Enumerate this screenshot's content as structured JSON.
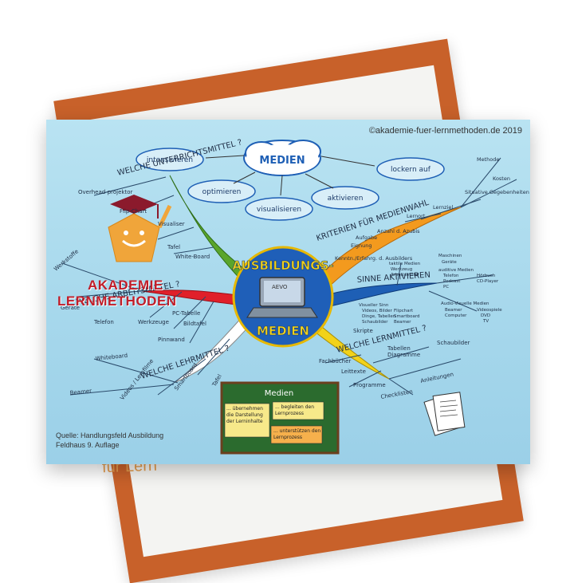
{
  "copyright": "©akademie-fuer-lernmethoden.de 2019",
  "source_lines": [
    "Quelle: Handlungsfeld Ausbildung",
    "Feldhaus 9. Auflage"
  ],
  "back_card_text": "für Lern",
  "logo": {
    "line1": "AKADEMIE",
    "line2": "LERNMETHODEN"
  },
  "center": {
    "line1": "AUSBILDUNGS-",
    "line2": "MEDIEN",
    "laptop_label": "AEVO"
  },
  "cloud": {
    "title": "MEDIEN"
  },
  "top_bubbles": [
    "intensivieren",
    "optimieren",
    "visualisieren",
    "aktivieren",
    "lockern auf"
  ],
  "branches": {
    "unterricht": {
      "label": "WELCHE UNTERRICHTSMITTEL ?",
      "items": [
        "Overhead-projektor",
        "Flip-Chart",
        "Visualiser",
        "Tafel",
        "White-Board"
      ]
    },
    "arbeit": {
      "label": "WELCHE ARBEITSMITTEL ?",
      "items": [
        "Werkstoffe",
        "Geräte",
        "Telefon",
        "Werkzeuge",
        "PC-Tabelle",
        "Bildtafel",
        "Pinnwand"
      ]
    },
    "lehr": {
      "label": "WELCHE LEHRMITTEL ?",
      "items": [
        "Whiteboard",
        "Beamer",
        "Videos / Lernfilme",
        "Smartboard",
        "Tafel"
      ]
    },
    "kriterien": {
      "label": "KRITERIEN FÜR MEDIENWAHL",
      "items": [
        "Methode",
        "Kosten",
        "Situative Gegebenheiten",
        "Lernziel",
        "Lernort",
        "Anzahl d. Azubis",
        "Aufgabe",
        "Eignung",
        "Kenntn./Erfahrg. d. Ausbilders"
      ]
    },
    "sinne": {
      "label": "SINNE AKTIVIEREN",
      "items": [
        "taktile Medien",
        "Werkzeug",
        "Arbeitsmittel",
        "Maschinen",
        "Geräte",
        "auditive Medien",
        "Telefon",
        "Podcast",
        "PC",
        "Hörbuch",
        "CD-Player",
        "Visueller Sinn",
        "Videos, Bilder",
        "Dinge, Tabellen",
        "Schaubilder",
        "Flipchart",
        "Smartboard",
        "Beamer",
        "Audio-Visuelle Medien",
        "Beamer",
        "Computer",
        "Videospiele",
        "DVD",
        "TV"
      ]
    },
    "lern": {
      "label": "WELCHE LERNMITTEL ?",
      "items": [
        "Skripte",
        "Fachbücher",
        "Tabellen",
        "Diagramme",
        "Schaubilder",
        "Leittexte",
        "Programme",
        "Checklisten",
        "Anleitungen"
      ]
    }
  },
  "board": {
    "title": "Medien",
    "notes": [
      "... übernehmen die Darstellung der Lerninhalte",
      "... begleiten den Lernprozess",
      "... unterstützen den Lernprozess"
    ]
  },
  "colors": {
    "orange": "#f39a1e",
    "red": "#e0202a",
    "green": "#5aa52c",
    "white_branch": "#ffffff",
    "yellow": "#f2d21a",
    "blue": "#1e5fb5",
    "board": "#2b6b2e"
  }
}
